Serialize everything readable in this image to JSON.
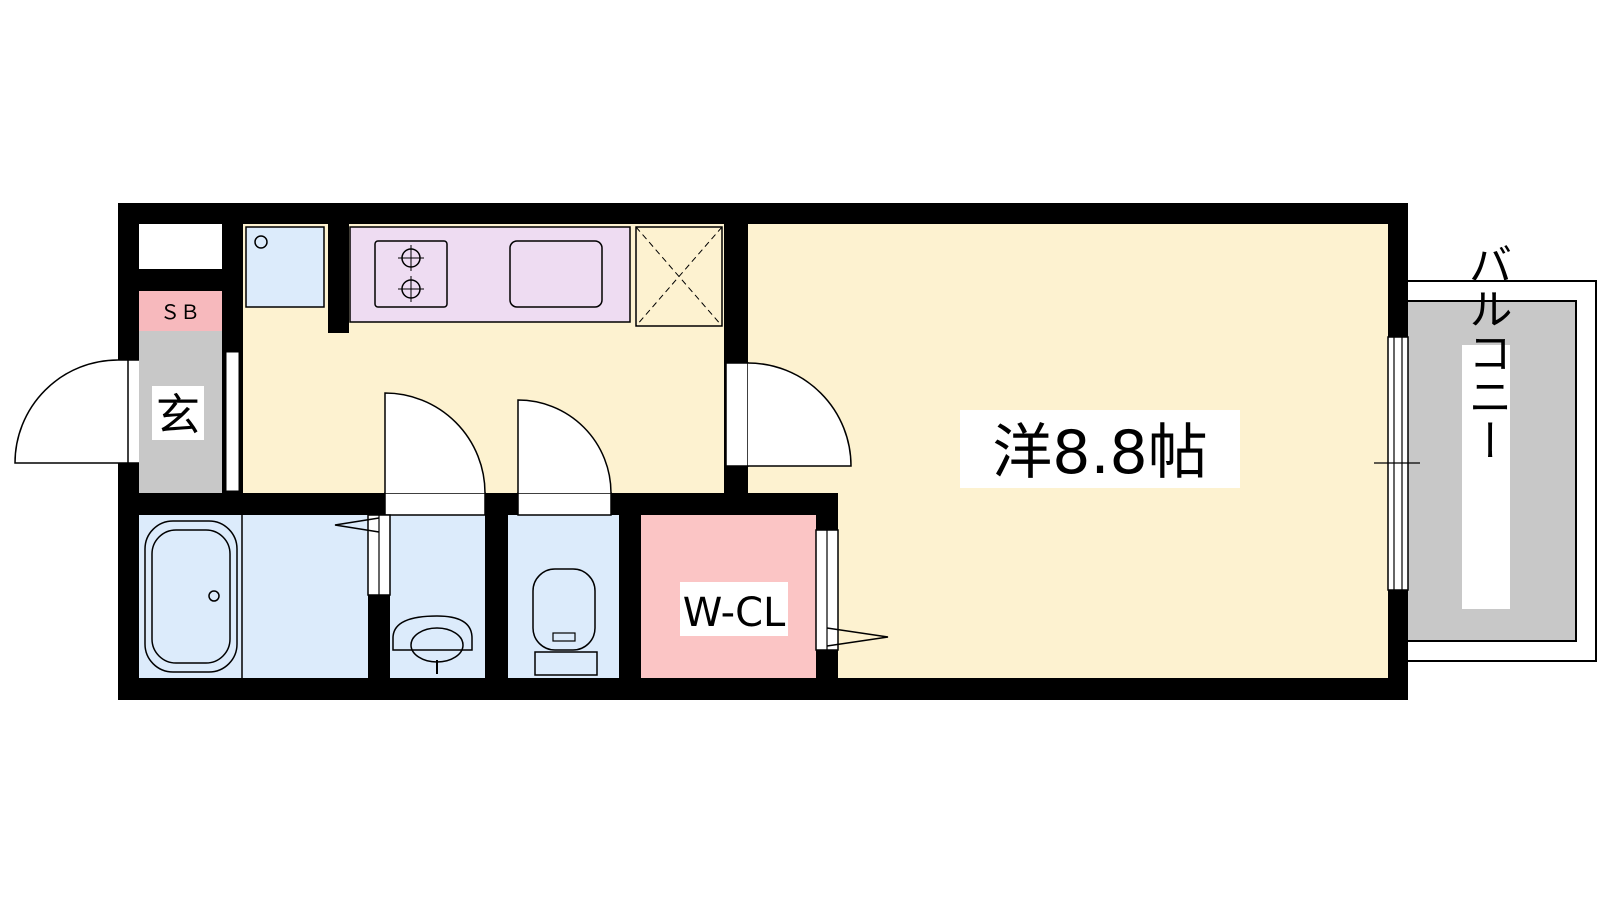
{
  "floorplan": {
    "rooms": {
      "western_room": {
        "label": "洋8.8帖"
      },
      "walk_in_closet": {
        "label": "W-CL"
      },
      "entrance": {
        "label": "玄"
      },
      "shoe_box": {
        "label": "ＳＢ"
      },
      "balcony": {
        "label": "バルコニー"
      }
    },
    "colors": {
      "wall": "#000000",
      "living_floor": "#fdf2d0",
      "wet_area": "#dcebfb",
      "kitchen": "#eedcf2",
      "closet": "#fbc5c5",
      "shoe_box": "#f7b9bd",
      "entrance": "#c8c8c8",
      "balcony": "#c8c8c8"
    }
  }
}
